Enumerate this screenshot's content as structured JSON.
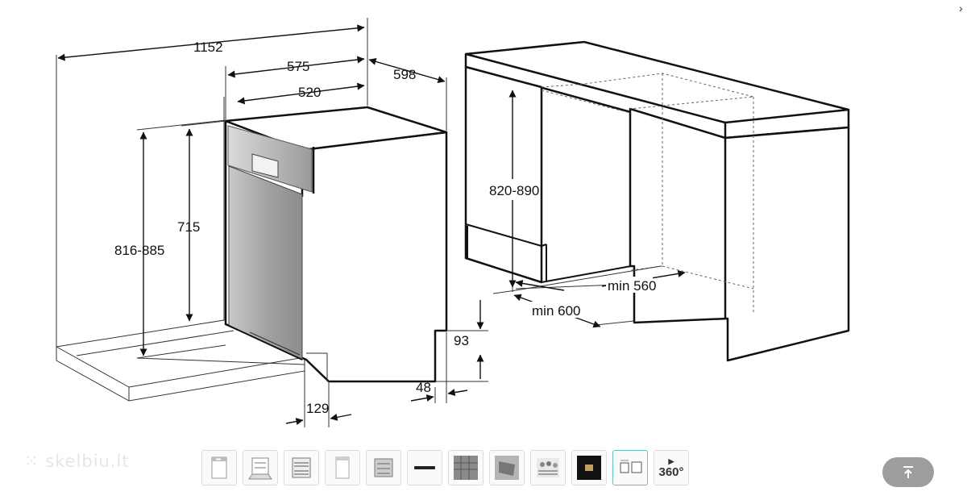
{
  "dimensions": {
    "total_width": "1152",
    "depth_575": "575",
    "depth_520": "520",
    "width_598": "598",
    "height_range": "816-885",
    "height_715": "715",
    "plinth_93": "93",
    "toe_48": "48",
    "door_129": "129",
    "niche_height": "820-890",
    "niche_min_width": "min 560",
    "niche_min_depth": "min 600"
  },
  "watermark": "skelbiu.lt",
  "thumbnails": [
    {
      "icon": "dishwasher-front-thumb"
    },
    {
      "icon": "dishwasher-open-thumb"
    },
    {
      "icon": "dishwasher-racks-thumb"
    },
    {
      "icon": "dishwasher-white-thumb"
    },
    {
      "icon": "dishwasher-interior-thumb"
    },
    {
      "icon": "control-panel-thumb"
    },
    {
      "icon": "rack-closeup-thumb"
    },
    {
      "icon": "basket-thumb"
    },
    {
      "icon": "dishes-loaded-thumb"
    },
    {
      "icon": "display-dark-thumb"
    },
    {
      "icon": "dimension-drawing-thumb"
    }
  ],
  "view360": {
    "label": "360°",
    "icon": "play-icon"
  },
  "scroll_top": {
    "icon": "arrow-up-to-line-icon"
  },
  "colors": {
    "accent_border": "#67c2bd",
    "button_bg": "#9d9d9d"
  }
}
